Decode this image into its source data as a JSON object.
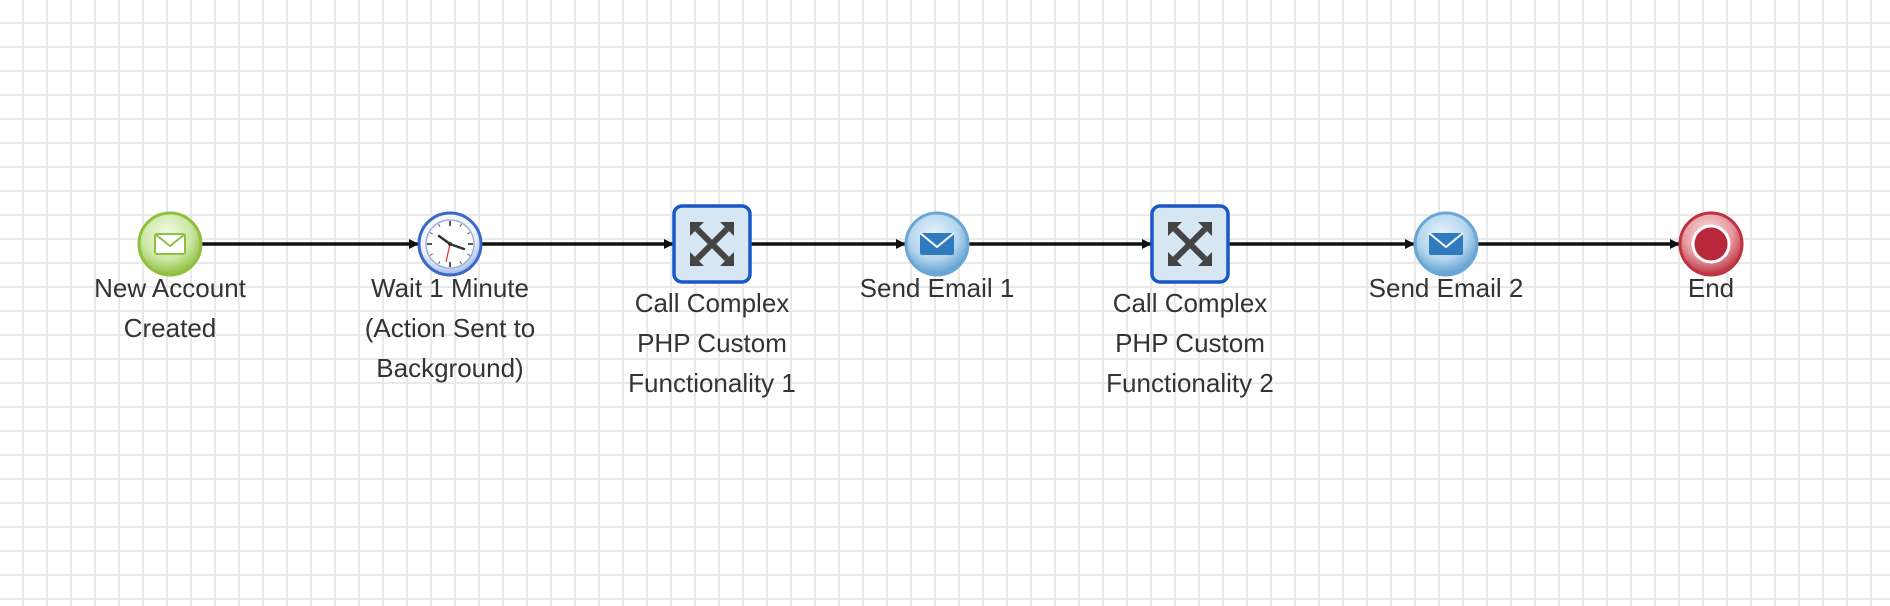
{
  "nodes": [
    {
      "id": "start",
      "type": "start-event",
      "icon": "envelope-icon",
      "label": "New Account\nCreated"
    },
    {
      "id": "wait",
      "type": "timer-event",
      "icon": "clock-icon",
      "label": "Wait 1 Minute\n(Action Sent to\nBackground)"
    },
    {
      "id": "php1",
      "type": "task",
      "icon": "expand-arrows-icon",
      "label": "Call Complex\nPHP Custom\nFunctionality 1"
    },
    {
      "id": "email1",
      "type": "send-email-event",
      "icon": "envelope-icon",
      "label": "Send Email 1"
    },
    {
      "id": "php2",
      "type": "task",
      "icon": "expand-arrows-icon",
      "label": "Call Complex\nPHP Custom\nFunctionality 2"
    },
    {
      "id": "email2",
      "type": "send-email-event",
      "icon": "envelope-icon",
      "label": "Send Email 2"
    },
    {
      "id": "end",
      "type": "end-event",
      "icon": "stop-circle-icon",
      "label": "End"
    }
  ],
  "edges": [
    [
      "start",
      "wait"
    ],
    [
      "wait",
      "php1"
    ],
    [
      "php1",
      "email1"
    ],
    [
      "email1",
      "php2"
    ],
    [
      "php2",
      "email2"
    ],
    [
      "email2",
      "end"
    ]
  ],
  "colors": {
    "start": "#9cc84a",
    "timer": "#3a66c8",
    "task_border": "#1a56c8",
    "task_fill": "#d6e6f3",
    "email": "#4a90c8",
    "end": "#c0323f",
    "arrow": "#111111",
    "text": "#333333"
  }
}
